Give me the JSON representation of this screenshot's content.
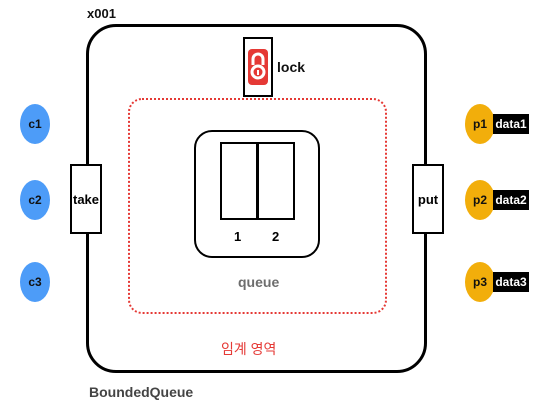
{
  "object_id": "x001",
  "class_name": "BoundedQueue",
  "lock": {
    "label": "lock"
  },
  "ports": {
    "take": "take",
    "put": "put"
  },
  "queue": {
    "label": "queue",
    "slots": [
      "1",
      "2"
    ]
  },
  "critical_section": {
    "label": "임계 영역",
    "color": "#e53935"
  },
  "consumers": [
    "c1",
    "c2",
    "c3"
  ],
  "producers": [
    {
      "label": "p1",
      "data": "data1"
    },
    {
      "label": "p2",
      "data": "data2"
    },
    {
      "label": "p3",
      "data": "data3"
    }
  ],
  "colors": {
    "consumer": "#4d9cf8",
    "producer": "#f2ae0b",
    "lock": "#e53935"
  }
}
